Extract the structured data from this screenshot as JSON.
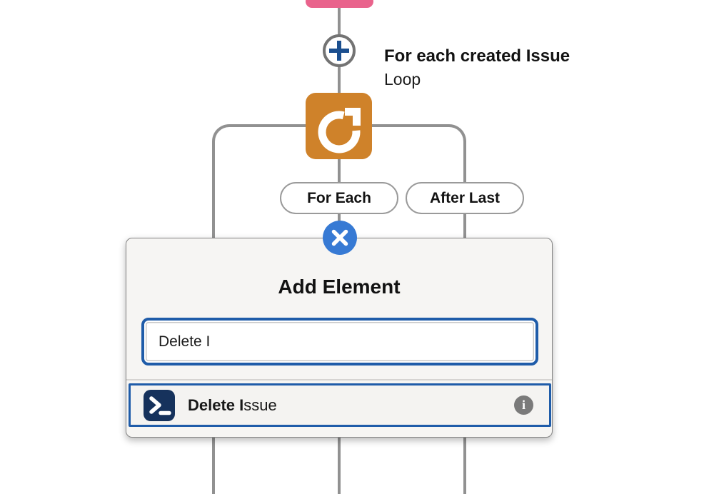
{
  "flow": {
    "previous_node": {
      "type": "data-element-partial",
      "color": "#E9638C"
    },
    "add_connector": {
      "icon": "plus-icon"
    },
    "loop_node": {
      "title": "For each created Issue",
      "type_label": "Loop",
      "icon": "loop-refresh-icon",
      "color": "#CF822A"
    },
    "branch_pills": {
      "for_each": "For Each",
      "after_last": "After Last"
    }
  },
  "popup": {
    "title": "Add Element",
    "close_icon": "close-icon",
    "search_value": "Delete I",
    "result": {
      "match": "Delete I",
      "rest": "ssue",
      "icon": "action-terminal-icon",
      "icon_color": "#16325C",
      "info_icon": "info-icon",
      "info_glyph": "i",
      "selected": true
    }
  },
  "colors": {
    "connector_gray": "#919191",
    "selection_blue": "#1F5CA9",
    "close_button_blue": "#377AD4",
    "loop_orange": "#CF822A",
    "data_pink": "#E9638C",
    "action_navy": "#16325C"
  }
}
